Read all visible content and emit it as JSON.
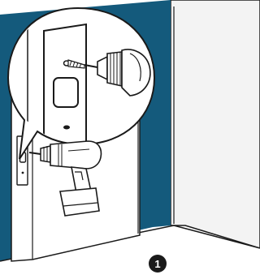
{
  "step": {
    "number": "1"
  },
  "colors": {
    "wall_blue": "#145a7c",
    "wall_right": "#f0f0f0",
    "door_panel": "#ffffff",
    "outline": "#1a1a1a",
    "drill_body": "#ffffff",
    "bubble_fill": "#ffffff"
  },
  "icons": {
    "zoom_callout": "magnifier-callout-bubble",
    "drill": "power-drill-icon",
    "lock_plate": "door-strike-plate",
    "screw": "screw-icon"
  }
}
